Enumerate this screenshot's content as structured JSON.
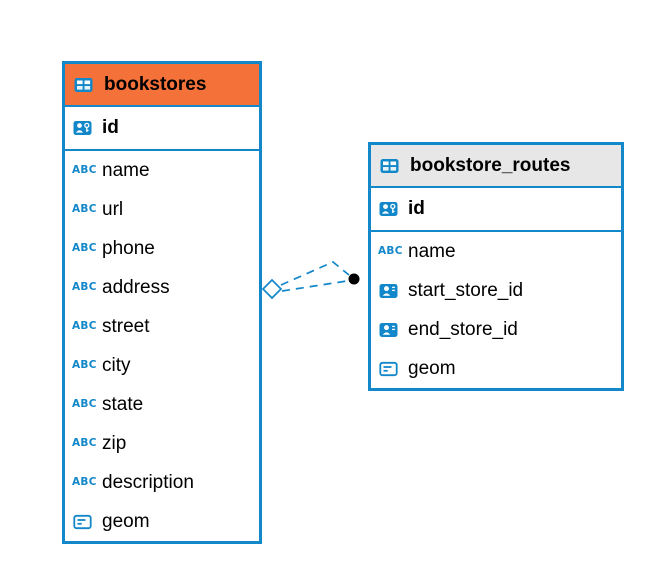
{
  "diagram": {
    "tables": [
      {
        "name": "bookstores",
        "header_color": "#f4713a",
        "columns": [
          {
            "name": "id",
            "icon": "primary-key-icon",
            "pk": true
          },
          {
            "name": "name",
            "icon": "text-column-icon"
          },
          {
            "name": "url",
            "icon": "text-column-icon"
          },
          {
            "name": "phone",
            "icon": "text-column-icon"
          },
          {
            "name": "address",
            "icon": "text-column-icon"
          },
          {
            "name": "street",
            "icon": "text-column-icon"
          },
          {
            "name": "city",
            "icon": "text-column-icon"
          },
          {
            "name": "state",
            "icon": "text-column-icon"
          },
          {
            "name": "zip",
            "icon": "text-column-icon"
          },
          {
            "name": "description",
            "icon": "text-column-icon"
          },
          {
            "name": "geom",
            "icon": "geometry-column-icon"
          }
        ]
      },
      {
        "name": "bookstore_routes",
        "header_color": "#e7e7e7",
        "columns": [
          {
            "name": "id",
            "icon": "primary-key-icon",
            "pk": true
          },
          {
            "name": "name",
            "icon": "text-column-icon"
          },
          {
            "name": "start_store_id",
            "icon": "reference-column-icon"
          },
          {
            "name": "end_store_id",
            "icon": "reference-column-icon"
          },
          {
            "name": "geom",
            "icon": "geometry-column-icon"
          }
        ]
      }
    ],
    "relationship": {
      "from_table": "bookstore_routes",
      "to_table": "bookstores",
      "line_style": "dashed",
      "line_count": 2,
      "source_marker": "filled-circle",
      "target_marker": "diamond"
    },
    "colors": {
      "accent_blue": "#1287c9",
      "bookstores_header": "#f4713a",
      "routes_header": "#e7e7e7",
      "relation_line": "#1287c9",
      "circle_marker": "#000000"
    }
  }
}
